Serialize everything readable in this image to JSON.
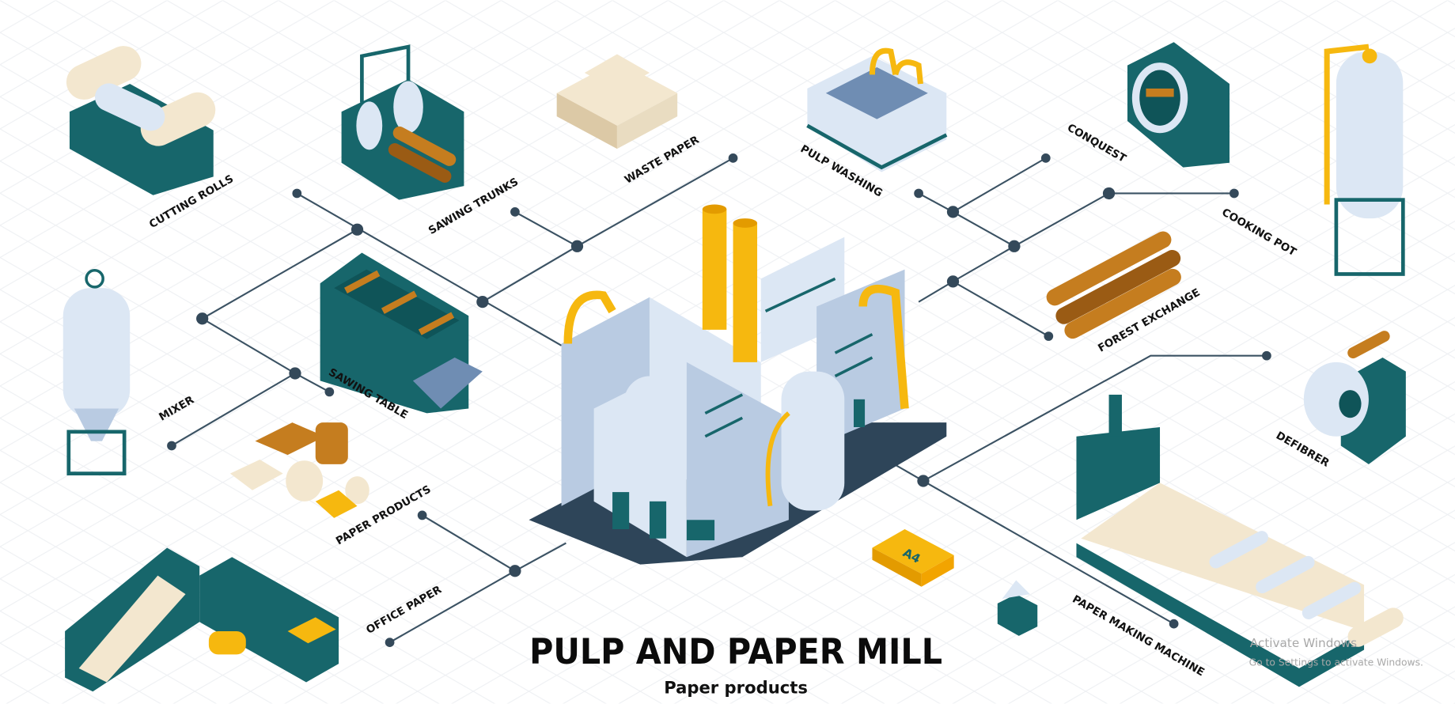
{
  "title": "PULP AND PAPER MILL",
  "subtitle": "Paper products",
  "labels": {
    "cutting_rolls": "CUTTING ROLLS",
    "sawing_trunks": "SAWING TRUNKS",
    "waste_paper": "WASTE PAPER",
    "pulp_washing": "PULP WASHING",
    "conquest": "CONQUEST",
    "cooking_pot": "COOKING POT",
    "forest_exchange": "FOREST EXCHANGE",
    "mixer": "MIXER",
    "sawing_table": "SAWING TABLE",
    "paper_products": "PAPER PRODUCTS",
    "office_paper": "OFFICE PAPER",
    "defibrer": "DEFIBRER",
    "paper_making_machine": "PAPER MAKING MACHINE"
  },
  "a4_label": "A4",
  "watermark": {
    "line1": "Activate Windows",
    "line2": "Go to Settings to activate Windows."
  },
  "colors": {
    "teal": "#17666b",
    "light_blue": "#dce7f4",
    "yellow": "#f6b80f",
    "beige": "#f3e7cf",
    "connector": "#3b5263"
  }
}
